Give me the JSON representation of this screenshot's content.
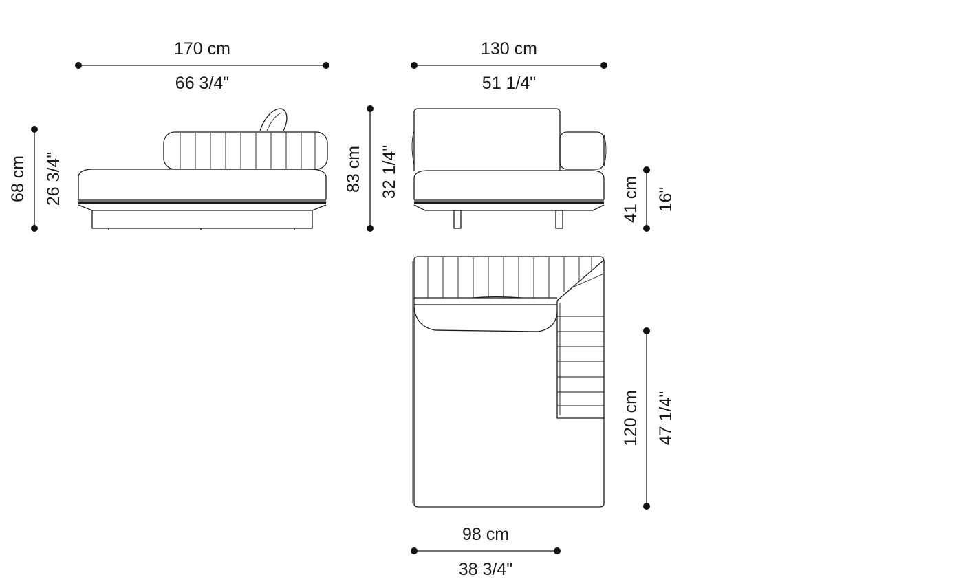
{
  "dimensions": {
    "side_width_cm": "170 cm",
    "side_width_in": "66 3/4\"",
    "side_height_cm": "68 cm",
    "side_height_in": "26 3/4\"",
    "front_width_cm": "130 cm",
    "front_width_in": "51 1/4\"",
    "front_height_cm": "83 cm",
    "front_height_in": "32 1/4\"",
    "seat_height_cm": "41 cm",
    "seat_height_in": "16\"",
    "plan_depth_cm": "120 cm",
    "plan_depth_in": "47 1/4\"",
    "plan_width_cm": "98 cm",
    "plan_width_in": "38 3/4\""
  }
}
